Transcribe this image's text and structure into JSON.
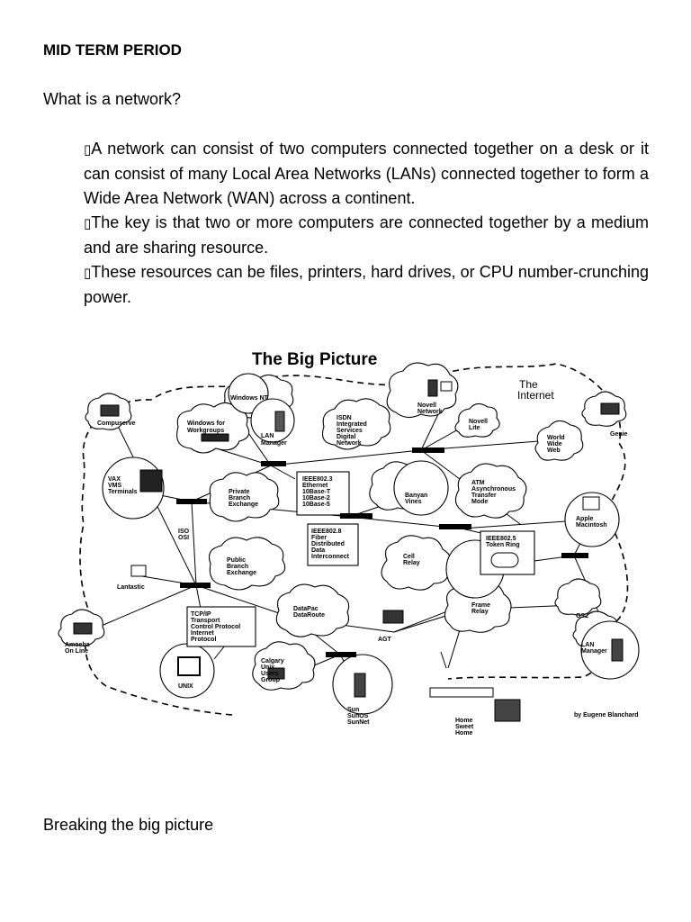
{
  "heading": "MID TERM PERIOD",
  "question": "What is a network?",
  "bullet_glyph": "▯",
  "bullets": [
    "A network can consist of two computers connected together on a desk or it can consist of many Local Area Networks (LANs) connected together to form a Wide Area Network (WAN) across a continent.",
    "The key is that two or more computers are connected together by a medium and are sharing resource.",
    "These resources can be files, printers, hard drives, or CPU number-crunching power."
  ],
  "figure": {
    "title": "The Big Picture",
    "internet_label": [
      "The",
      "Internet"
    ],
    "credit": "by Eugene Blanchard",
    "nodes": {
      "windows_nt": "Windows NT",
      "compuserve": "Compuserve",
      "windows_wg": [
        "Windows for",
        "Workgroups"
      ],
      "lan_manager_top": [
        "LAN",
        "Manager"
      ],
      "isdn": [
        "ISDN",
        "Integrated",
        "Services",
        "Digital",
        "Network"
      ],
      "novell_network": [
        "Novell",
        "Network"
      ],
      "novell_lite": [
        "Novell",
        "Lite"
      ],
      "genie": "Genie",
      "www": [
        "World",
        "Wide",
        "Web"
      ],
      "vax": [
        "VAX",
        "VMS",
        "Terminals"
      ],
      "pbx_private": [
        "Private",
        "Branch",
        "Exchange"
      ],
      "ieee8023": [
        "IEEE802.3",
        "Ethernet",
        "10Base-T",
        "10Base-2",
        "10Base-5"
      ],
      "banyan": [
        "Banyan",
        "Vines"
      ],
      "atm": [
        "ATM",
        "Asynchronous",
        "Transfer",
        "Mode"
      ],
      "apple": [
        "Apple",
        "Macintosh"
      ],
      "iso": [
        "ISO",
        "OSI"
      ],
      "fddi": [
        "IEEE802.8",
        "Fiber",
        "Distributed",
        "Data",
        "Interconnect"
      ],
      "token_ring": [
        "IEEE802.5",
        "Token Ring"
      ],
      "pbx_public": [
        "Public",
        "Branch",
        "Exchange"
      ],
      "cell_relay": [
        "Cell",
        "Relay"
      ],
      "lantastic": "Lantastic",
      "tcpip": [
        "TCP/IP",
        "Transport",
        "Control Protocol",
        "Internet",
        "Protocol"
      ],
      "datapac": [
        "DataPac",
        "DataRoute"
      ],
      "frame_relay": [
        "Frame",
        "Relay"
      ],
      "os2": "OS2",
      "agt": "AGT",
      "lan_manager_bottom": [
        "LAN",
        "Manager"
      ],
      "amoeba": [
        "Amoeba",
        "On Line"
      ],
      "unix": "UNIX",
      "calgary": [
        "Calgary",
        "Unix",
        "Users",
        "Group"
      ],
      "sun": [
        "Sun",
        "SunOS",
        "SunNet"
      ],
      "home": [
        "Home",
        "Sweet",
        "Home"
      ]
    }
  },
  "footer": "Breaking the big picture"
}
